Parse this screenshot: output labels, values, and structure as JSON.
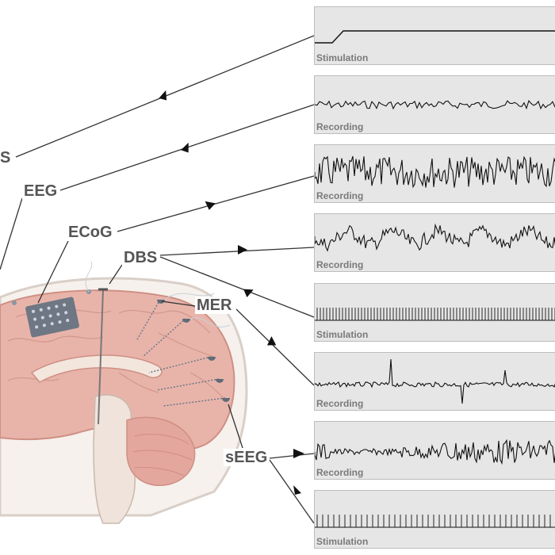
{
  "modalities": {
    "tms": "S",
    "eeg": "EEG",
    "ecog": "ECoG",
    "dbs": "DBS",
    "mer": "MER",
    "seeg": "sEEG"
  },
  "panels": [
    {
      "label": "Stimulation",
      "signal": "ramp-step"
    },
    {
      "label": "Recording",
      "signal": "low-amplitude-noise"
    },
    {
      "label": "Recording",
      "signal": "high-amplitude-noise"
    },
    {
      "label": "Recording",
      "signal": "mid-amplitude-oscillation"
    },
    {
      "label": "Stimulation",
      "signal": "pulse-train-dense"
    },
    {
      "label": "Recording",
      "signal": "spikes"
    },
    {
      "label": "Recording",
      "signal": "burst-noise"
    },
    {
      "label": "Stimulation",
      "signal": "pulse-train"
    }
  ],
  "colors": {
    "panel_bg": "#e6e6e6",
    "label_gray": "#7a7a7a",
    "text_dark": "#555555",
    "brain_pink": "#e8b4aa",
    "skull": "#f3ece6",
    "electrode": "#5f6b78"
  }
}
